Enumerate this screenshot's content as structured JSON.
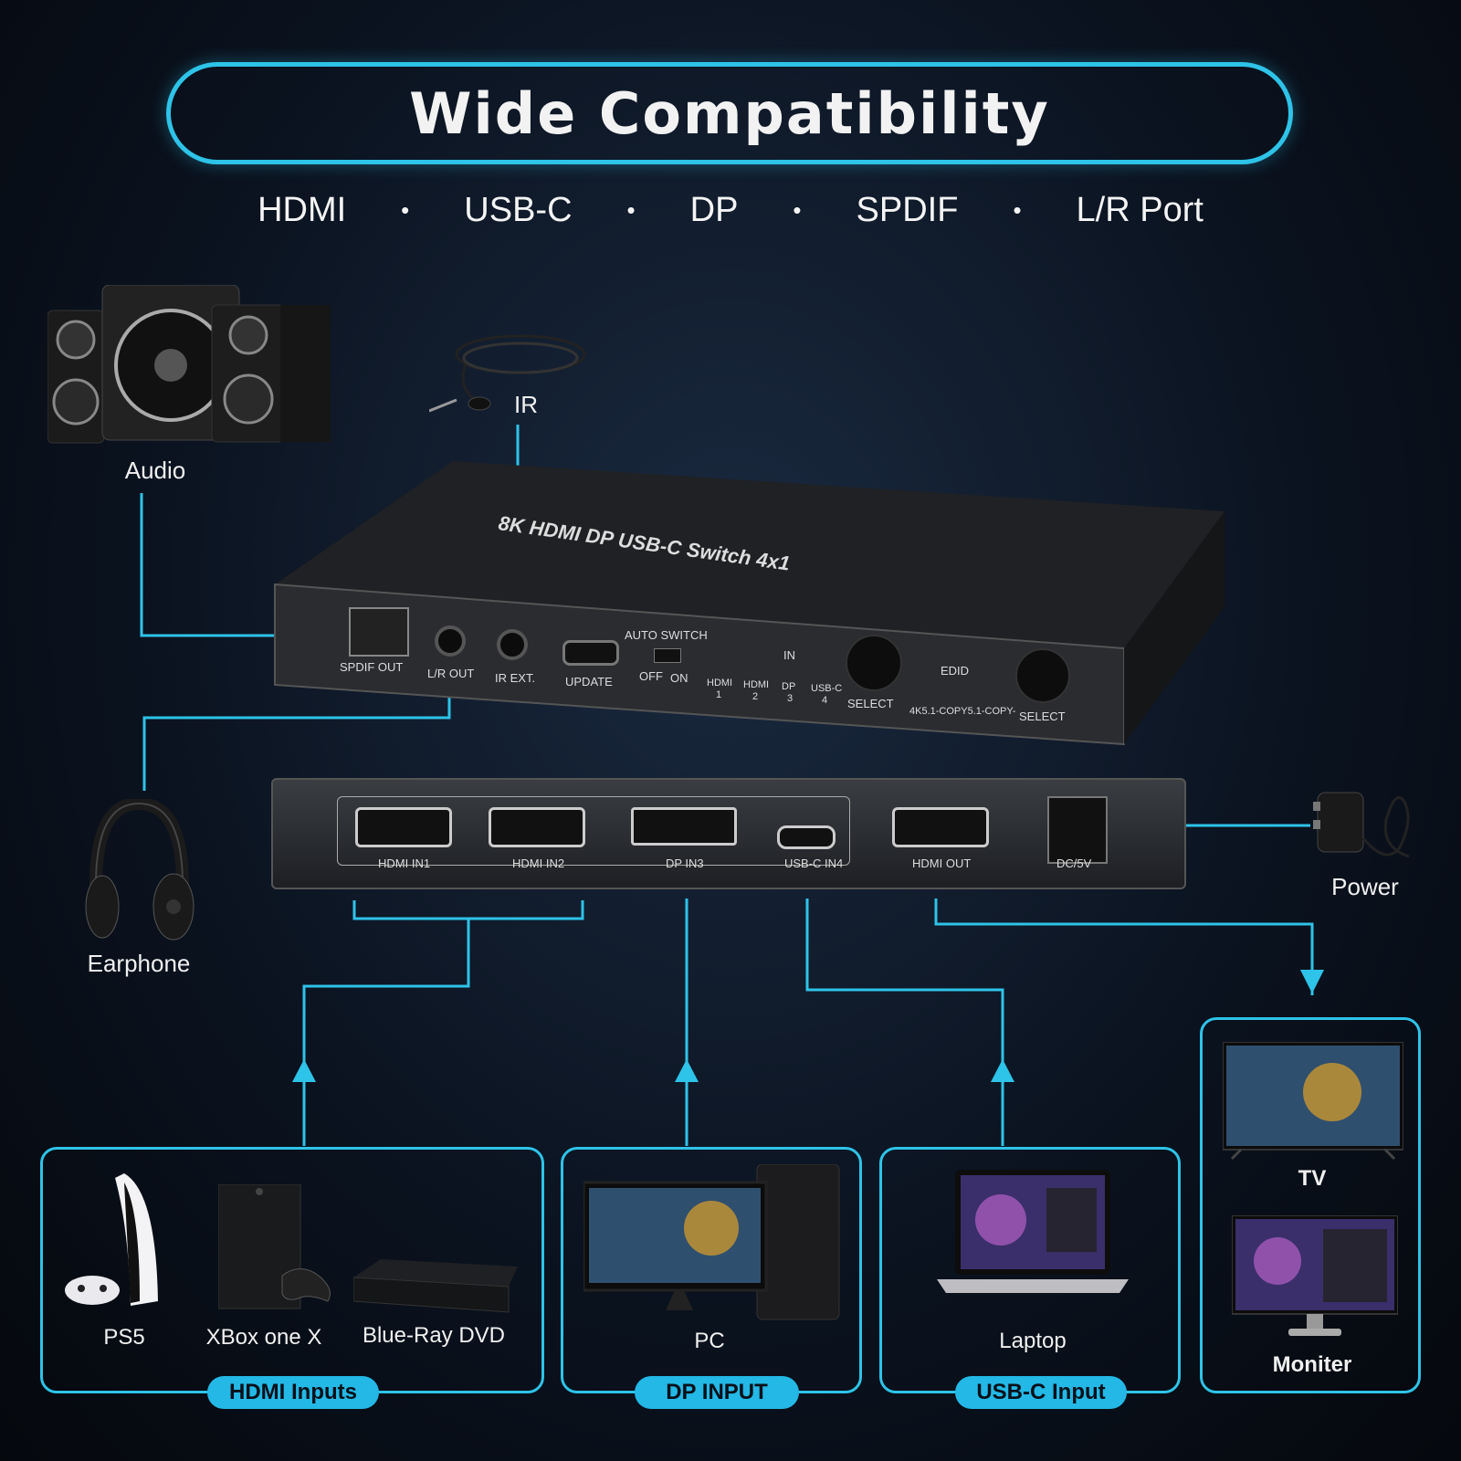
{
  "title": "Wide Compatibility",
  "ports": [
    "HDMI",
    "USB-C",
    "DP",
    "SPDIF",
    "L/R Port"
  ],
  "separator": "•",
  "labels": {
    "audio": "Audio",
    "ir": "IR",
    "earphone": "Earphone",
    "power": "Power"
  },
  "device": {
    "top_text": "8K HDMI DP USB-C Switch 4x1",
    "back_panel": {
      "spdif": "SPDIF OUT",
      "lr": "L/R OUT",
      "ir": "IR EXT.",
      "update": "UPDATE",
      "auto_switch": "AUTO SWITCH",
      "off": "OFF",
      "on": "ON",
      "in": "IN",
      "in_leds": [
        "HDMI",
        "HDMI",
        "DP",
        "USB-C"
      ],
      "in_nums": [
        "1",
        "2",
        "3",
        "4"
      ],
      "select": "SELECT",
      "edid": "EDID",
      "edid_opts": "4K5.1-COPY5.1-COPY-",
      "edid_select": "SELECT"
    },
    "front_panel": {
      "hdmi_in1": "HDMI IN1",
      "hdmi_in2": "HDMI IN2",
      "dp_in3": "DP IN3",
      "usbc_in4": "USB-C IN4",
      "hdmi_out": "HDMI OUT",
      "dc": "DC/5V"
    }
  },
  "groups": {
    "hdmi": {
      "badge": "HDMI Inputs",
      "items": [
        "PS5",
        "XBox one X",
        "Blue-Ray DVD"
      ]
    },
    "dp": {
      "badge": "DP INPUT",
      "items": [
        "PC"
      ]
    },
    "usbc": {
      "badge": "USB-C Input",
      "items": [
        "Laptop"
      ]
    },
    "outputs": {
      "items": [
        "TV",
        "Moniter"
      ]
    }
  },
  "colors": {
    "accent": "#2ec3e8",
    "badge": "#23b8e6"
  }
}
